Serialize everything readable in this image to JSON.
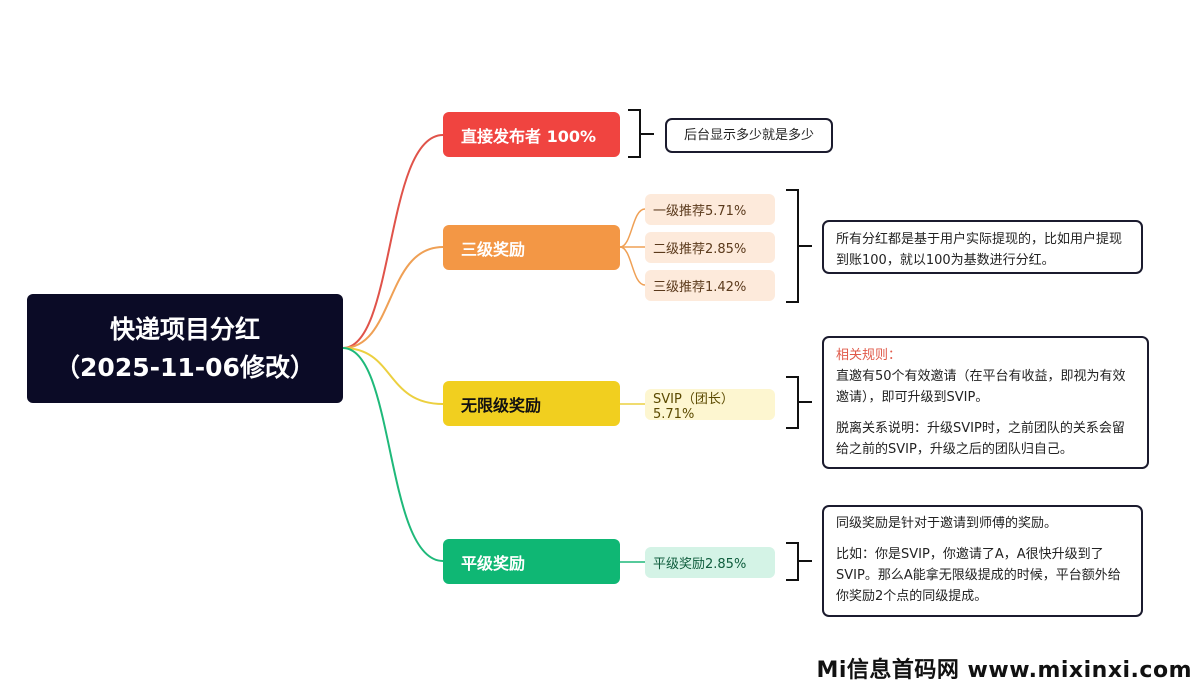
{
  "root": {
    "line1": "快递项目分红",
    "line2": "（2025-11-06修改）"
  },
  "branches": [
    {
      "label": "直接发布者 100%",
      "color": "#f04440",
      "leaves": [],
      "note": [
        "后台显示多少就是多少"
      ]
    },
    {
      "label": "三级奖励",
      "color": "#f39745",
      "leaves": [
        "一级推荐5.71%",
        "二级推荐2.85%",
        "三级推荐1.42%"
      ],
      "note": [
        "所有分红都是基于用户实际提现的，比如用户提现到账100，就以100为基数进行分红。"
      ]
    },
    {
      "label": "无限级奖励",
      "color": "#f1cf1f",
      "leaves": [
        "SVIP（团长）5.71%"
      ],
      "note_heading": "相关规则：",
      "note": [
        "直邀有50个有效邀请（在平台有收益，即视为有效邀请），即可升级到SVIP。",
        "脱离关系说明：升级SVIP时，之前团队的关系会留给之前的SVIP，升级之后的团队归自己。"
      ]
    },
    {
      "label": "平级奖励",
      "color": "#0fb774",
      "leaves": [
        "平级奖励2.85%"
      ],
      "note": [
        "同级奖励是针对于邀请到师傅的奖励。",
        "比如：你是SVIP，你邀请了A，A很快升级到了SVIP。那么A能拿无限级提成的时候，平台额外给你奖励2个点的同级提成。"
      ]
    }
  ],
  "watermark": "Mi信息首码网 www.mixinxi.com"
}
